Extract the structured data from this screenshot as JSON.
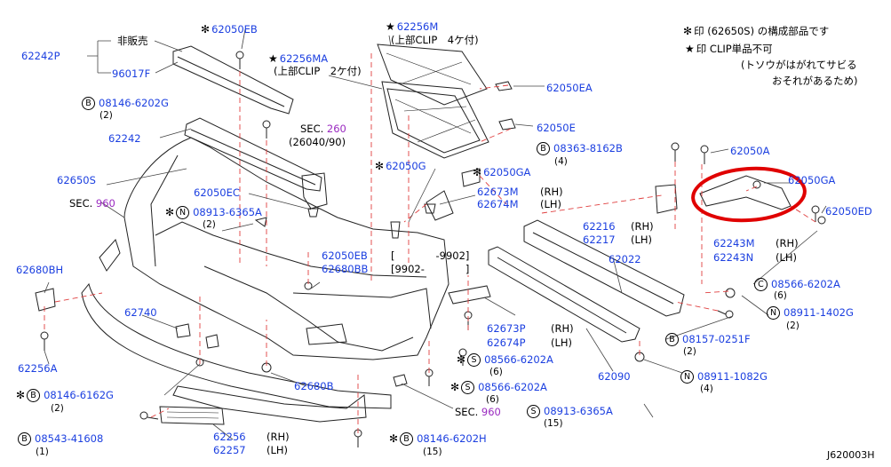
{
  "legend": {
    "star_line": "印 (62650S) の構成部品です",
    "clip_line": "印 CLIP単品不可",
    "clip_note_1": "(トソウがはがれてサビる",
    "clip_note_2": "おそれがあるため)"
  },
  "labels": {
    "p62050EB_top": "62050EB",
    "hanbai": "非販売",
    "p62242P": "62242P",
    "p96017F": "96017F",
    "p62256MA": "62256MA",
    "clip2": "(上部CLIP　2ケ付)",
    "p62256M": "62256M",
    "clip4": "(上部CLIP　4ケ付)",
    "p62050EA": "62050EA",
    "p62050E": "62050E",
    "b08146_6202G": "08146-6202G",
    "q2a": "(2)",
    "p62242": "62242",
    "sec260_prefix": "SEC.",
    "sec260": "260",
    "sec260_sub": "(26040/90)",
    "b08363_8162B": "08363-8162B",
    "q4a": "(4)",
    "p62050A": "62050A",
    "p62050G": "62050G",
    "p62050GA_mid": "62050GA",
    "p62650S": "62650S",
    "p62050EC": "62050EC",
    "p62673M": "62673M",
    "p62674M": "62674M",
    "rh1": "(RH)",
    "lh1": "(LH)",
    "p62050GA_right": "62050GA",
    "sec960a_prefix": "SEC.",
    "sec960a": "960",
    "n08913_6365A": "08913-6365A",
    "q2b": "(2)",
    "p62216": "62216",
    "p62217": "62217",
    "rh2": "(RH)",
    "lh2": "(LH)",
    "p62050ED": "62050ED",
    "bracket1": "[　　　　-9902]",
    "bracket2": "[9902-　　　　]",
    "p62022": "62022",
    "p62050EB_mid": "62050EB",
    "p62680BB": "62680BB",
    "p62243M": "62243M",
    "p62243N": "62243N",
    "rh3": "(RH)",
    "lh3": "(LH)",
    "p62680BH": "62680BH",
    "c08566_6202A_r": "08566-6202A",
    "q6a": "(6)",
    "n08911_1402G": "08911-1402G",
    "q2c": "(2)",
    "p62740": "62740",
    "p62673P": "62673P",
    "p62674P": "62674P",
    "rh4": "(RH)",
    "lh4": "(LH)",
    "b08157_0251F": "08157-0251F",
    "q2d": "(2)",
    "p62256A": "62256A",
    "s08566_6202A_1": "08566-6202A",
    "q6b": "(6)",
    "p62090": "62090",
    "n08911_1082G": "08911-1082G",
    "q4b": "(4)",
    "s08566_6202A_2": "08566-6202A",
    "q6c": "(6)",
    "p62680B": "62680B",
    "b08146_6162G": "08146-6162G",
    "q2e": "(2)",
    "sec960b_prefix": "SEC.",
    "sec960b": "960",
    "s08913_6365A": "08913-6365A",
    "q15a": "(15)",
    "p62256": "62256",
    "p62257": "62257",
    "rh5": "(RH)",
    "lh5": "(LH)",
    "b08543_41608": "08543-41608",
    "q1": "(1)",
    "b08146_6202H": "08146-6202H",
    "q15b": "(15)",
    "diagram_id": "J620003H"
  },
  "markers": {
    "star": "✻",
    "black_star": "★",
    "B": "B",
    "N": "N",
    "C": "C",
    "S": "S"
  },
  "colors": {
    "part_number": "#1b3fe0",
    "section": "#9a2ac0",
    "highlight": "#e00000",
    "dashed": "#e04040"
  }
}
